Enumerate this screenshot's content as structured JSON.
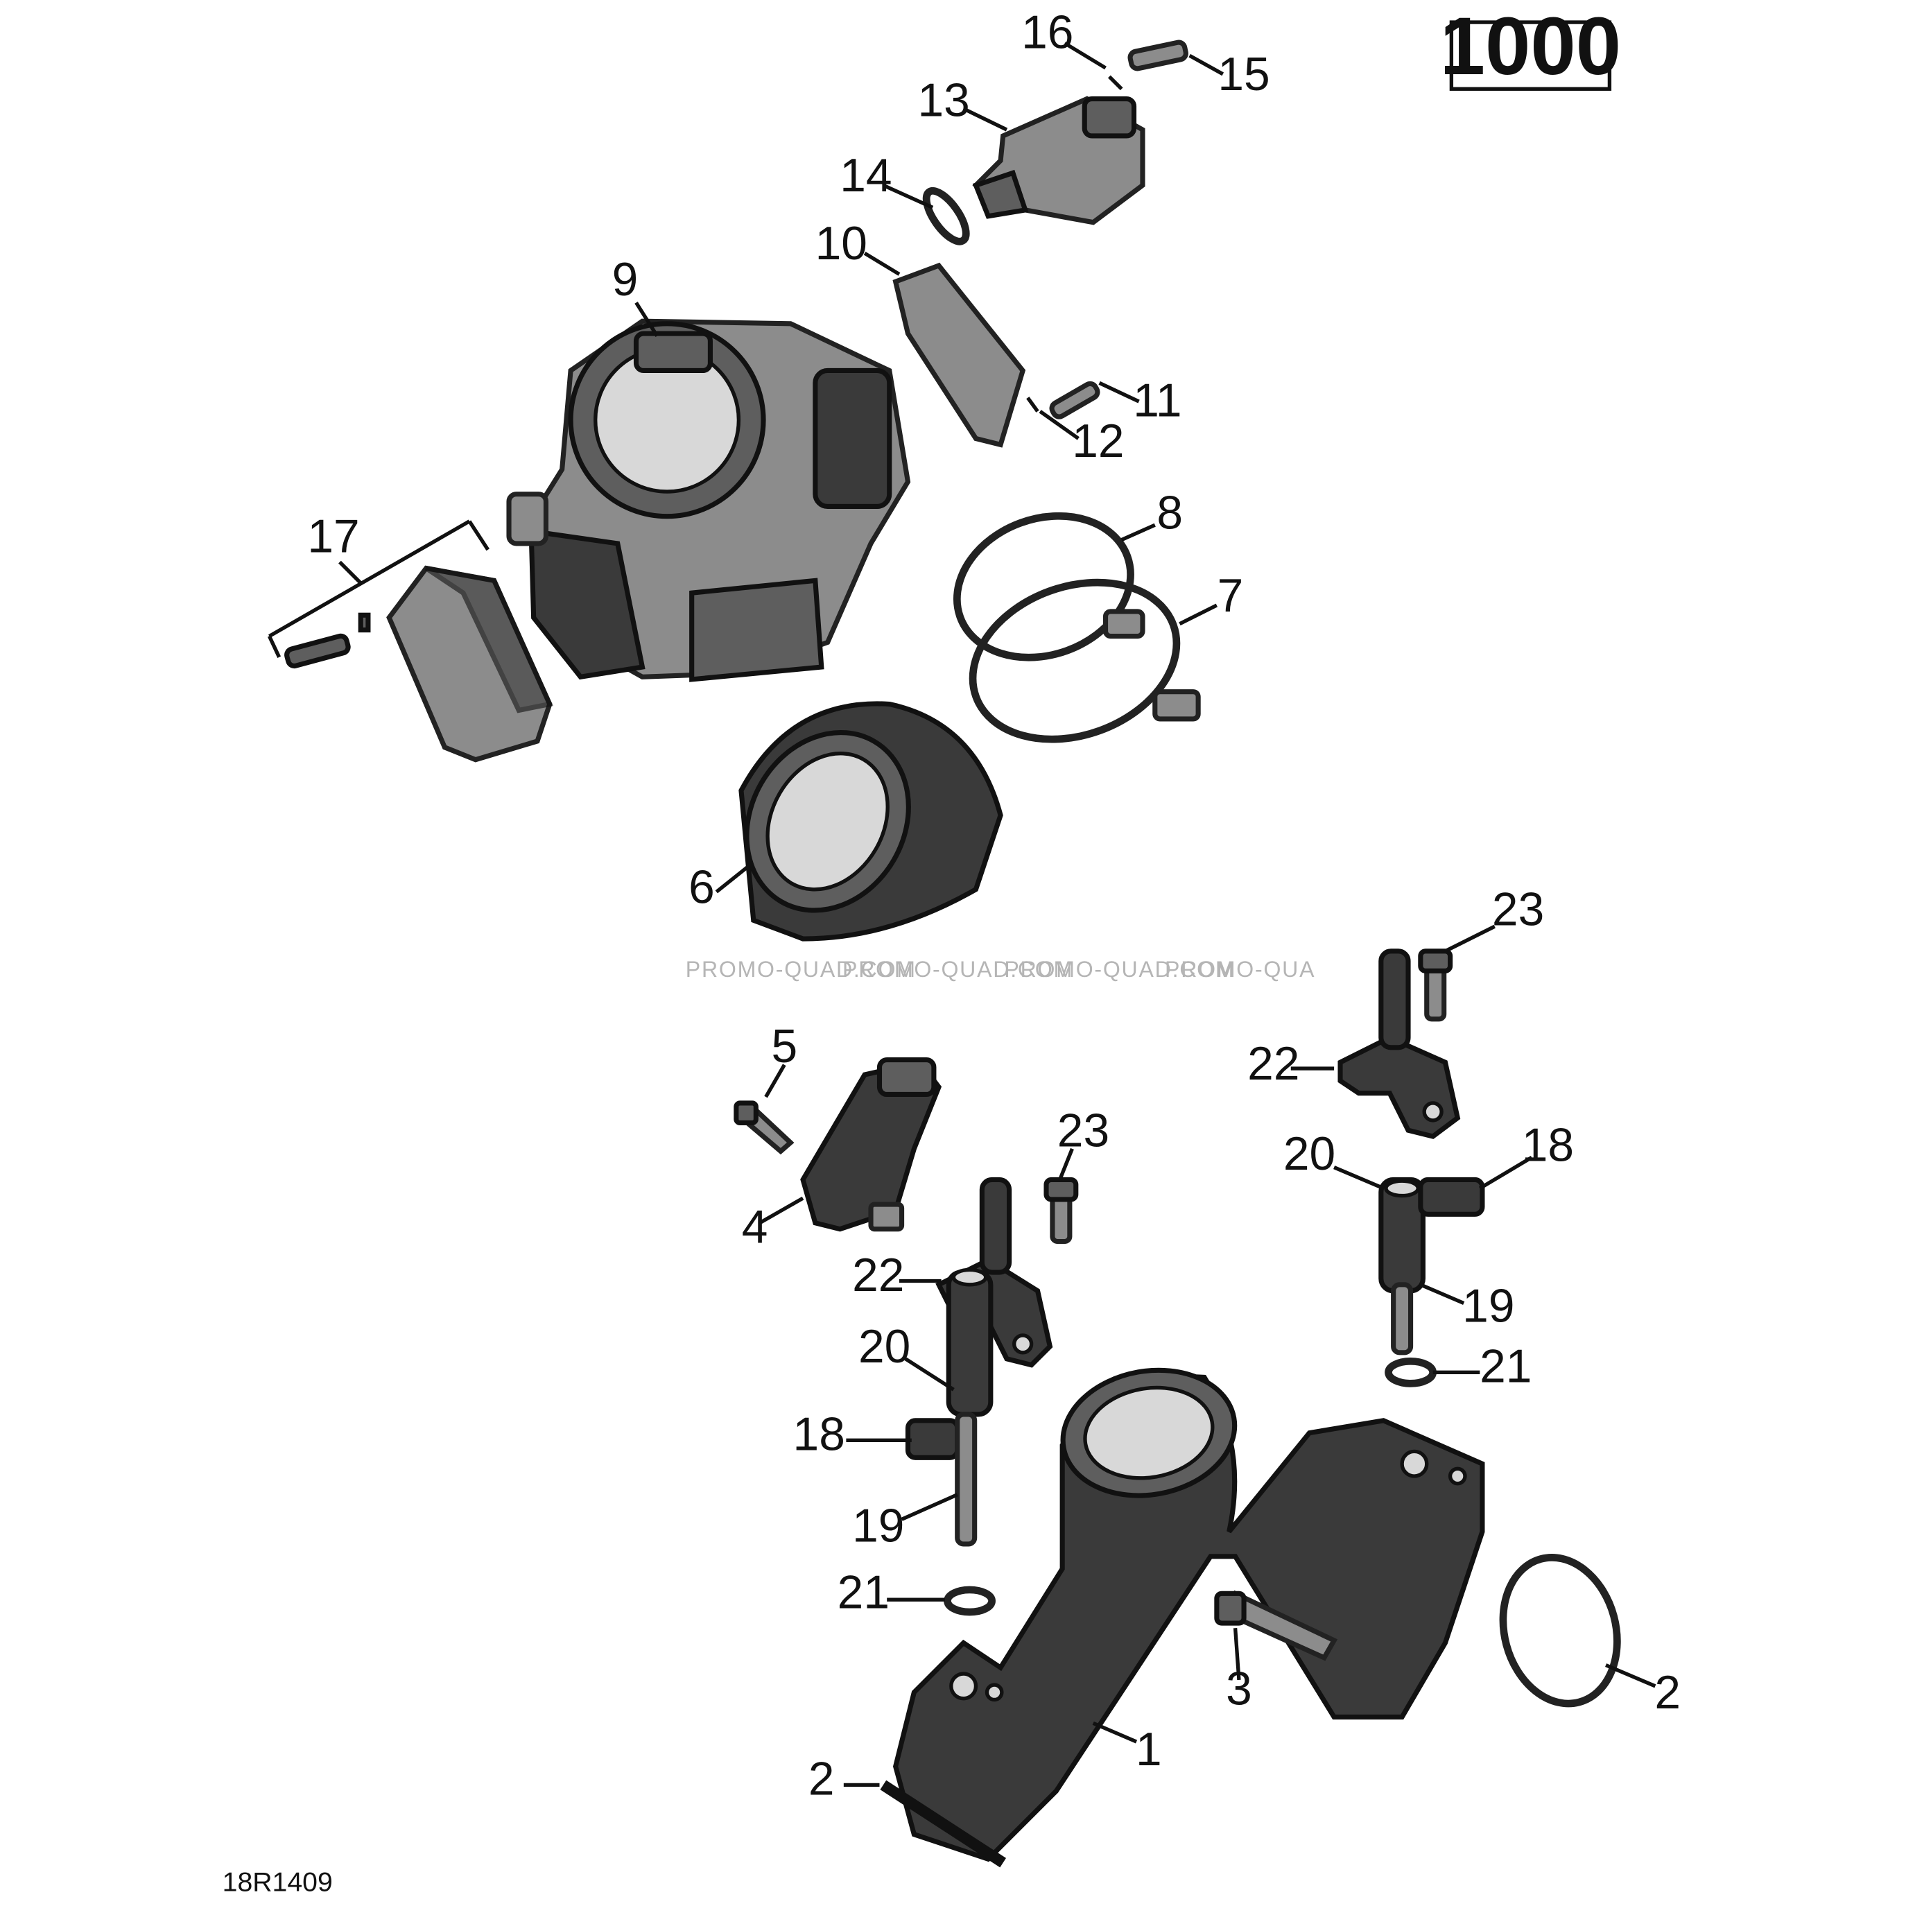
{
  "model_box": "1000",
  "diagram_code": "18R1409",
  "watermarks": [
    "PROMO-QUAD.COM",
    "PROMO-QUAD.COM",
    "PROMO-QUAD.COM",
    "PROMO-QUA"
  ],
  "callouts": {
    "c1": "1",
    "c2a": "2",
    "c2b": "2",
    "c3": "3",
    "c4": "4",
    "c5": "5",
    "c6": "6",
    "c7": "7",
    "c8": "8",
    "c9": "9",
    "c10": "10",
    "c11": "11",
    "c12": "12",
    "c13": "13",
    "c14": "14",
    "c15": "15",
    "c16": "16",
    "c17": "17",
    "c18a": "18",
    "c18b": "18",
    "c19a": "19",
    "c19b": "19",
    "c20a": "20",
    "c20b": "20",
    "c21a": "21",
    "c21b": "21",
    "c22a": "22",
    "c22b": "22",
    "c23a": "23",
    "c23b": "23"
  }
}
